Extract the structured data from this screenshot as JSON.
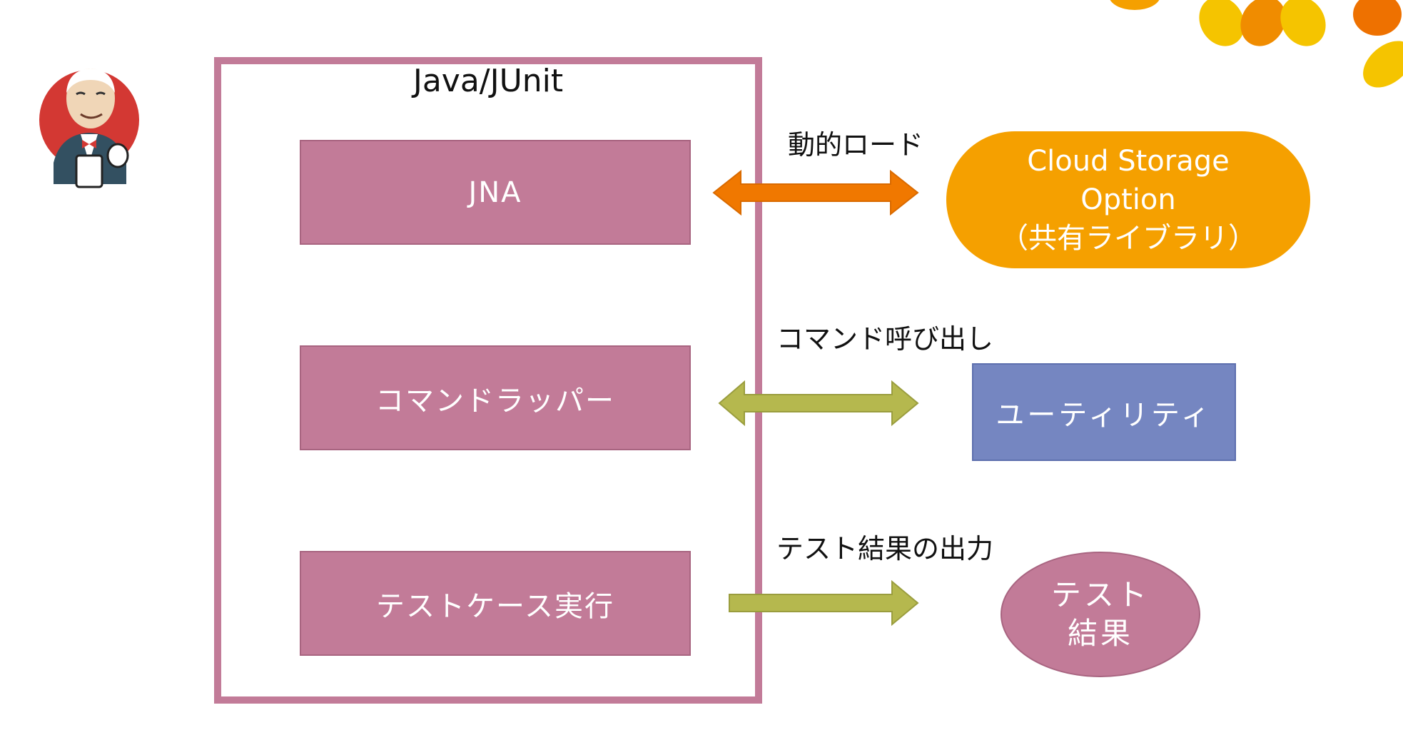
{
  "container": {
    "title": "Java/JUnit"
  },
  "inner_boxes": {
    "jna": "JNA",
    "wrapper": "コマンドラッパー",
    "testcase": "テストケース実行"
  },
  "arrows": {
    "dynamic_load": "動的ロード",
    "command_call": "コマンド呼び出し",
    "test_output": "テスト結果の出力"
  },
  "targets": {
    "cloud_line1": "Cloud Storage",
    "cloud_line2": "Option",
    "cloud_line3": "（共有ライブラリ）",
    "utility": "ユーティリティ",
    "result_line1": "テスト",
    "result_line2": "結果"
  },
  "colors": {
    "container_border": "#c27b98",
    "box_fill": "#c27b98",
    "orange_arrow": "#f07800",
    "olive_arrow": "#b5b84e",
    "cloud_fill": "#f5a000",
    "utility_fill": "#7586c1"
  },
  "icons": {
    "mascot": "jenkins-butler-icon",
    "corner_decoration": "flower-petals-decoration"
  }
}
